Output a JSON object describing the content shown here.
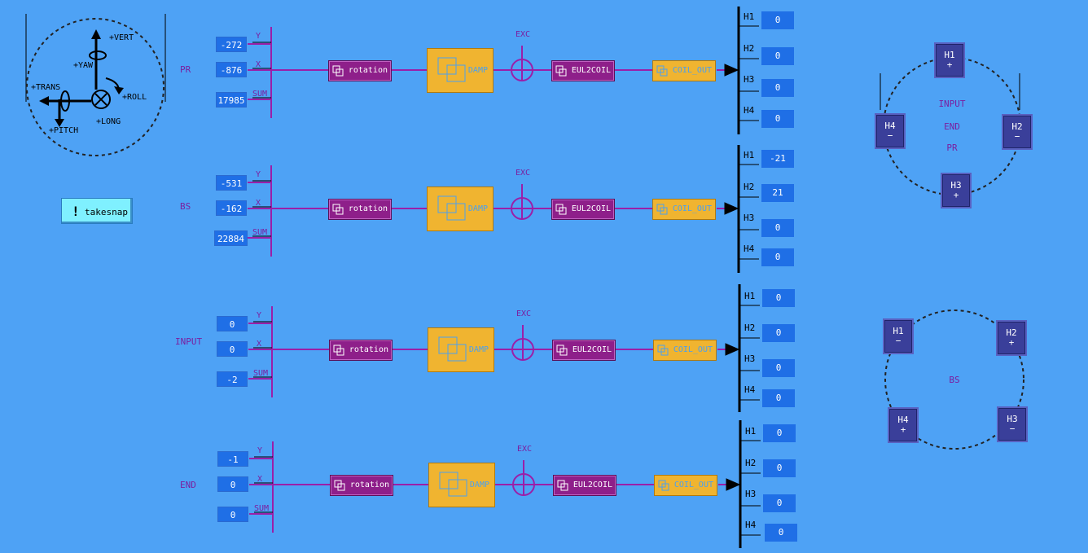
{
  "snap_button": {
    "icon": "!",
    "label": "takesnap"
  },
  "axes": {
    "vert": "+VERT",
    "yaw": "+YAW",
    "trans": "+TRANS",
    "roll": "+ROLL",
    "long": "+LONG",
    "pitch": "+PITCH"
  },
  "blocks": {
    "rotation": "rotation",
    "damp": "DAMP",
    "exc": "EXC",
    "eul2coil": "EUL2COIL",
    "coil_out": "COIL_OUT"
  },
  "input_labels": {
    "y": "Y",
    "x": "X",
    "sum": "SUM"
  },
  "hlabels": [
    "H1",
    "H2",
    "H3",
    "H4"
  ],
  "rows": [
    {
      "name": "PR",
      "y": "-272",
      "x": "-876",
      "sum": "17985",
      "h": [
        "0",
        "0",
        "0",
        "0"
      ]
    },
    {
      "name": "BS",
      "y": "-531",
      "x": "-162",
      "sum": "22884",
      "h": [
        "-21",
        "21",
        "0",
        "0"
      ]
    },
    {
      "name": "INPUT",
      "y": "0",
      "x": "0",
      "sum": "-2",
      "h": [
        "0",
        "0",
        "0",
        "0"
      ]
    },
    {
      "name": "END",
      "y": "-1",
      "x": "0",
      "sum": "0",
      "h": [
        "0",
        "0",
        "0",
        "0"
      ]
    }
  ],
  "diagram_top": {
    "labels": [
      "INPUT",
      "END",
      "PR"
    ],
    "buttons": [
      {
        "name": "H1",
        "sign": "+"
      },
      {
        "name": "H2",
        "sign": "−"
      },
      {
        "name": "H3",
        "sign": "+"
      },
      {
        "name": "H4",
        "sign": "−"
      }
    ]
  },
  "diagram_bottom": {
    "labels": [
      "BS"
    ],
    "buttons": [
      {
        "name": "H1",
        "sign": "−"
      },
      {
        "name": "H2",
        "sign": "+"
      },
      {
        "name": "H3",
        "sign": "−"
      },
      {
        "name": "H4",
        "sign": "+"
      }
    ]
  },
  "colors": {
    "background": "#4ea2f5",
    "wire": "#9b1fa8",
    "field": "#1f6fe6",
    "purple_block": "#8e1f8a",
    "orange_block": "#f0b430"
  }
}
